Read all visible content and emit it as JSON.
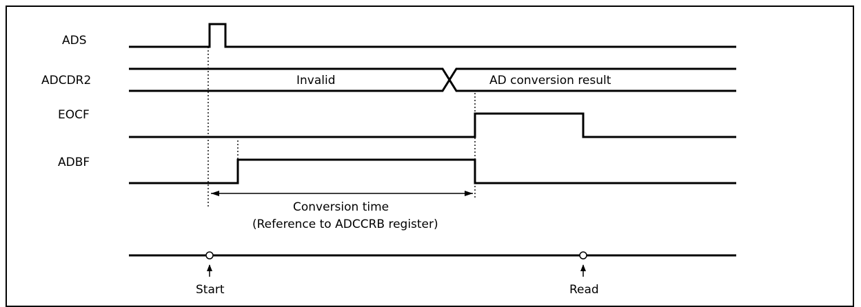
{
  "signals": {
    "ads": "ADS",
    "adcdr2": "ADCDR2",
    "eocf": "EOCF",
    "adbf": "ADBF"
  },
  "bus": {
    "invalid": "Invalid",
    "result": "AD conversion result"
  },
  "conversion": {
    "line1": "Conversion time",
    "line2": "(Reference to ADCCRB register)"
  },
  "events": {
    "start": "Start",
    "read": "Read"
  }
}
